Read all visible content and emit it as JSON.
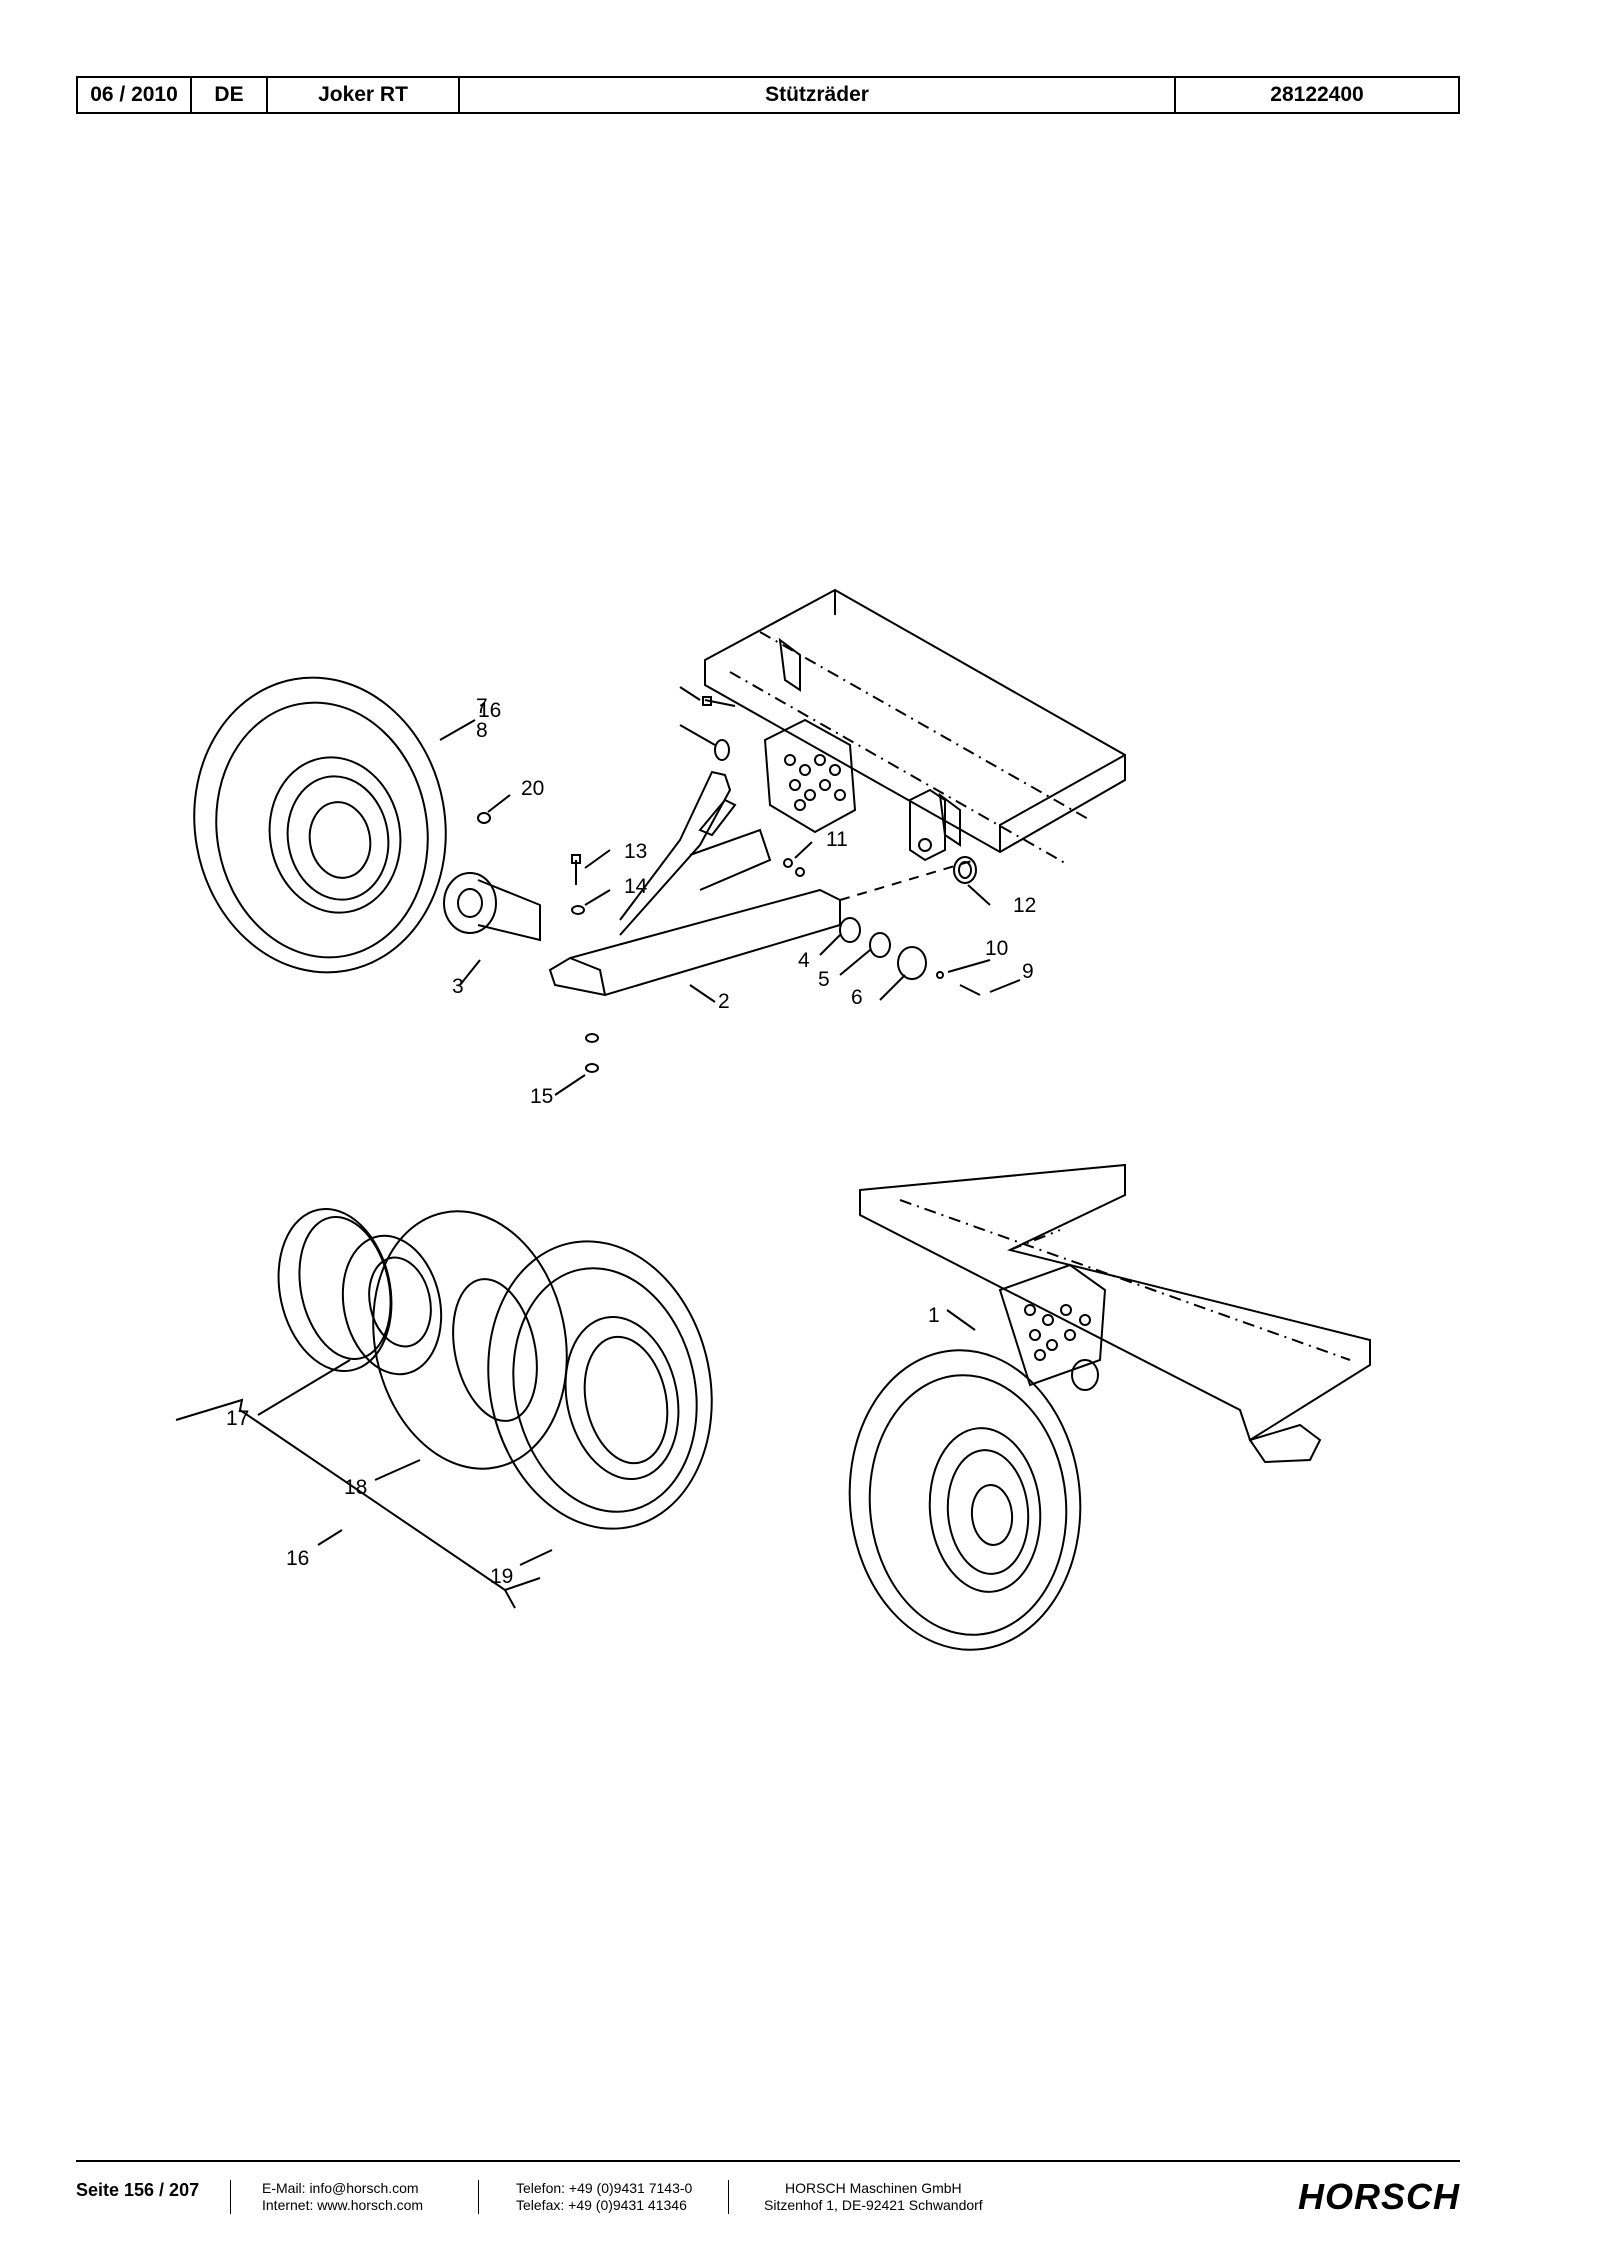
{
  "header": {
    "date": "06 / 2010",
    "lang": "DE",
    "model": "Joker RT",
    "title": "Stützräder",
    "number": "28122400"
  },
  "labels": {
    "l1": "1",
    "l2": "2",
    "l3": "3",
    "l4": "4",
    "l5": "5",
    "l6": "6",
    "l7": "7",
    "l8": "8",
    "l9": "9",
    "l10": "10",
    "l11": "11",
    "l12": "12",
    "l13": "13",
    "l14": "14",
    "l15": "15",
    "l16a": "16",
    "l16b": "16",
    "l17": "17",
    "l18": "18",
    "l19": "19",
    "l20": "20"
  },
  "footer": {
    "page": "Seite 156 / 207",
    "email": "E-Mail: info@horsch.com",
    "internet": "Internet: www.horsch.com",
    "phone": "Telefon: +49 (0)9431 7143-0",
    "fax": "Telefax: +49 (0)9431 41346",
    "company": "HORSCH Maschinen GmbH",
    "address": "Sitzenhof 1, DE-92421 Schwandorf",
    "logo": "HORSCH"
  }
}
